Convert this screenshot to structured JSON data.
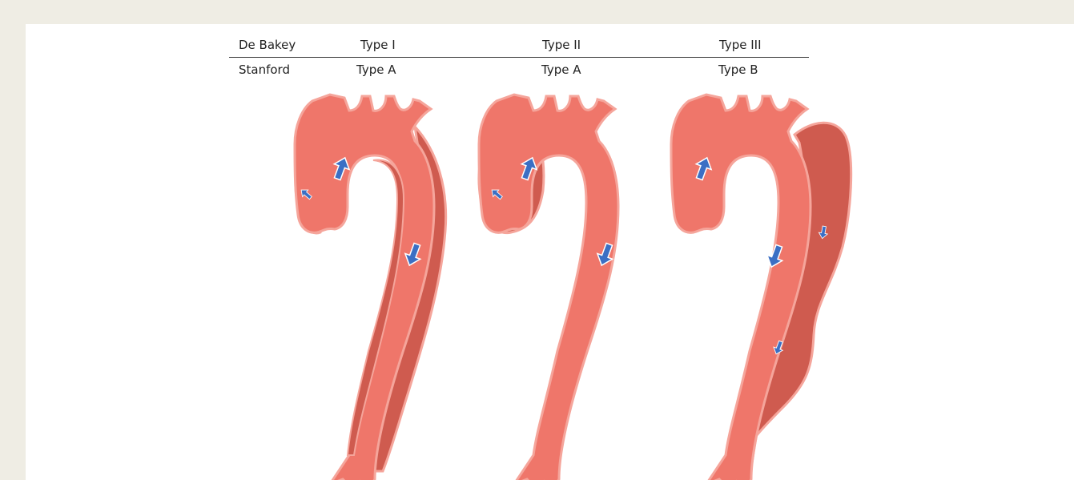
{
  "header": {
    "row1_label": "De Bakey",
    "row2_label": "Stanford",
    "columns": [
      {
        "debakey": "Type I",
        "stanford": "Type A"
      },
      {
        "debakey": "Type II",
        "stanford": "Type A"
      },
      {
        "debakey": "Type III",
        "stanford": "Type B"
      }
    ]
  },
  "colors": {
    "background": "#efede4",
    "panel": "#ffffff",
    "lumen": "#ef766a",
    "false_lumen": "#cf5b4f",
    "outline": "#f5a59b",
    "flow_arrow": "#3b6fc4"
  }
}
